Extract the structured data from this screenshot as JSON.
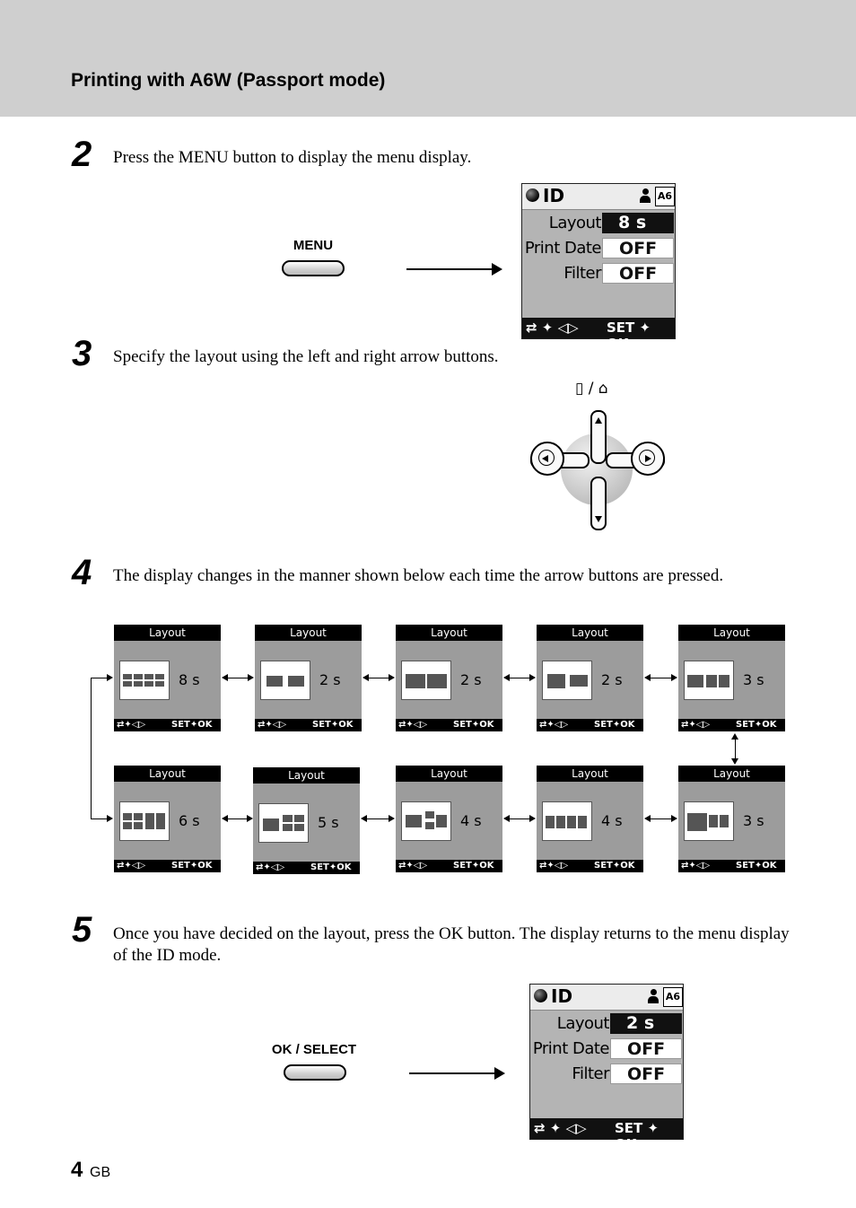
{
  "header": {
    "title": "Printing with A6W (Passport mode)"
  },
  "steps": [
    {
      "number": "2",
      "text": "Press the MENU button to display the menu display."
    },
    {
      "number": "3",
      "text": "Specify the layout using the left and right arrow buttons."
    },
    {
      "number": "4",
      "text": "The display changes in the manner shown below each time the arrow buttons are pressed."
    },
    {
      "number": "5",
      "text": "Once you have decided on the layout, press the OK button. The display returns to the menu display of the ID mode."
    }
  ],
  "buttons": {
    "menu_label": "MENU",
    "ok_label": "OK / SELECT"
  },
  "menu_screen_1": {
    "title": "ID",
    "badge": "A6",
    "rows": [
      {
        "label": "Layout",
        "value": "8 s"
      },
      {
        "label": "Print Date",
        "value": "OFF"
      },
      {
        "label": "Filter",
        "value": "OFF"
      }
    ],
    "footer_left": "⇄ ✦ ◁▷",
    "footer_right": "SET ✦ OK"
  },
  "menu_screen_2": {
    "title": "ID",
    "badge": "A6",
    "rows": [
      {
        "label": "Layout",
        "value": "2 s"
      },
      {
        "label": "Print Date",
        "value": "OFF"
      },
      {
        "label": "Filter",
        "value": "OFF"
      }
    ],
    "footer_left": "⇄ ✦ ◁▷",
    "footer_right": "SET ✦ OK"
  },
  "dpad": {
    "label": "▯ / ⌂"
  },
  "layouts": {
    "title": "Layout",
    "footer_left": "⇄✦◁▷",
    "footer_right": "SET✦OK",
    "row1": [
      "8 s",
      "2 s",
      "2 s",
      "2 s",
      "3 s"
    ],
    "row2": [
      "6 s",
      "5 s",
      "4 s",
      "4 s",
      "3 s"
    ]
  },
  "footer": {
    "page": "4",
    "lang": "GB"
  }
}
